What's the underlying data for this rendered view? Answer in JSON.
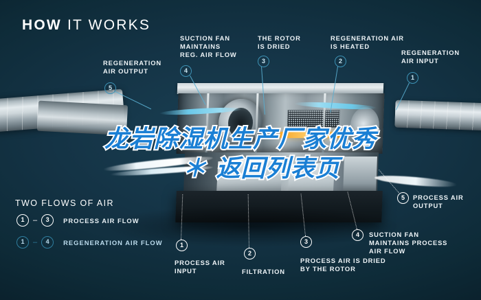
{
  "header": {
    "title_bold": "HOW",
    "title_light": "IT WORKS"
  },
  "overlay": {
    "line1": "龙岩除湿机生产厂家优秀",
    "line2": "＊ 返回列表页",
    "color": "#1a7fd4",
    "outline": "#ffffff"
  },
  "colors": {
    "background": "#0e2b38",
    "accent_cyan": "#2f7e9f",
    "label_text": "#eef4f7",
    "heater_orange": "#f7a72a"
  },
  "callouts": [
    {
      "num": "5",
      "label": "REGENERATION\nAIR OUTPUT",
      "style": "cyan",
      "position": "top-left"
    },
    {
      "num": "4",
      "label": "SUCTION FAN\nMAINTAINS\nREG. AIR FLOW",
      "style": "cyan",
      "position": "top"
    },
    {
      "num": "3",
      "label": "THE ROTOR\nIS DRIED",
      "style": "cyan",
      "position": "top"
    },
    {
      "num": "2",
      "label": "REGENERATION AIR\nIS HEATED",
      "style": "cyan",
      "position": "top"
    },
    {
      "num": "1",
      "label": "REGENERATION\nAIR INPUT",
      "style": "cyan",
      "position": "top-right"
    },
    {
      "num": "5",
      "label": "PROCESS AIR\nOUTPUT",
      "style": "white",
      "position": "right"
    },
    {
      "num": "4",
      "label": "SUCTION FAN\nMAINTAINS PROCESS\nAIR FLOW",
      "style": "white",
      "position": "bottom-right"
    },
    {
      "num": "3",
      "label": "PROCESS AIR IS DRIED\nBY THE ROTOR",
      "style": "white",
      "position": "bottom"
    },
    {
      "num": "2",
      "label": "FILTRATION",
      "style": "white",
      "position": "bottom"
    },
    {
      "num": "1",
      "label": "PROCESS AIR\nINPUT",
      "style": "white",
      "position": "bottom-left"
    }
  ],
  "legend": {
    "title": "TWO FLOWS OF AIR",
    "rows": [
      {
        "from": "1",
        "to": "3",
        "dash": "–",
        "label": "PROCESS AIR FLOW",
        "style": "white"
      },
      {
        "from": "1",
        "to": "4",
        "dash": "–",
        "label": "REGENERATION AIR FLOW",
        "style": "cyan"
      }
    ]
  }
}
